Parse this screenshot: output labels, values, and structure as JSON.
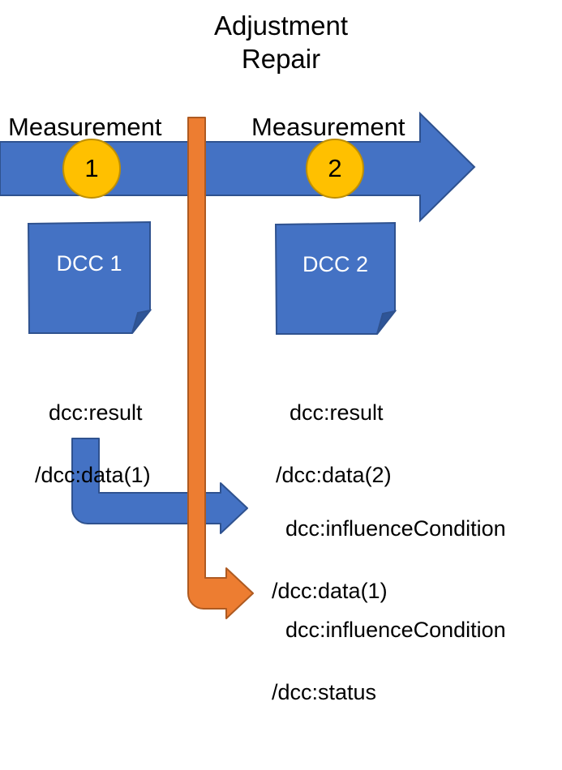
{
  "diagram": {
    "title_lines": [
      "Adjustment",
      "Repair"
    ],
    "timeline": {
      "name": "measurement-timeline-arrow",
      "color": "#4472c4",
      "stroke": "#2f528f",
      "segments": [
        {
          "label": "Measurement",
          "marker": "1"
        },
        {
          "label": "Measurement",
          "marker": "2"
        }
      ],
      "marker_fill": "#ffc000",
      "marker_stroke": "#bf8f00"
    },
    "event_bar": {
      "name": "adjustment-repair-event-bar",
      "color": "#ed7d31",
      "stroke": "#ae5a21"
    },
    "documents": [
      {
        "label": "DCC 1",
        "fill": "#4472c4",
        "stroke": "#2f528f"
      },
      {
        "label": "DCC 2",
        "fill": "#4472c4",
        "stroke": "#2f528f"
      }
    ],
    "result_paths": [
      {
        "line1": "dcc:result",
        "line2": "/dcc:data(1)"
      },
      {
        "line1": "dcc:result",
        "line2": "/dcc:data(2)"
      }
    ],
    "influence_paths": [
      {
        "line1": "dcc:influenceCondition",
        "line2": "/dcc:data(1)",
        "arrow_color": "#4472c4",
        "arrow_stroke": "#2f528f"
      },
      {
        "line1": "dcc:influenceCondition",
        "line2": "/dcc:status",
        "arrow_color": "#ed7d31",
        "arrow_stroke": "#ae5a21"
      }
    ],
    "colors": {
      "blue_fill": "#4472c4",
      "blue_stroke": "#2f528f",
      "orange_fill": "#ed7d31",
      "orange_stroke": "#ae5a21",
      "yellow_fill": "#ffc000",
      "yellow_stroke": "#bf8f00",
      "text": "#000000",
      "background": "#ffffff"
    }
  }
}
